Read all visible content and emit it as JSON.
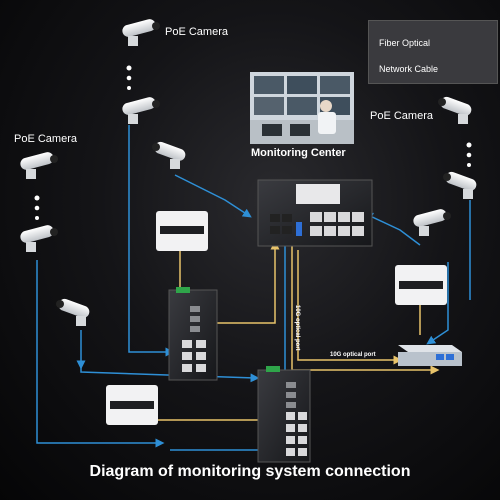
{
  "legend": {
    "fiber_label": "Fiber Optical",
    "network_label": "Network Cable",
    "fiber_color": "#e8c36a",
    "network_color": "#2e8fd6"
  },
  "labels": {
    "cam_top": "PoE Camera",
    "cam_left": "PoE Camera",
    "cam_right": "PoE Camera",
    "monitoring_center": "Monitoring Center",
    "optical_port_vertical": "10G optical port",
    "optical_port_horizontal": "10G optical port"
  },
  "footer": "Diagram of monitoring system connection"
}
